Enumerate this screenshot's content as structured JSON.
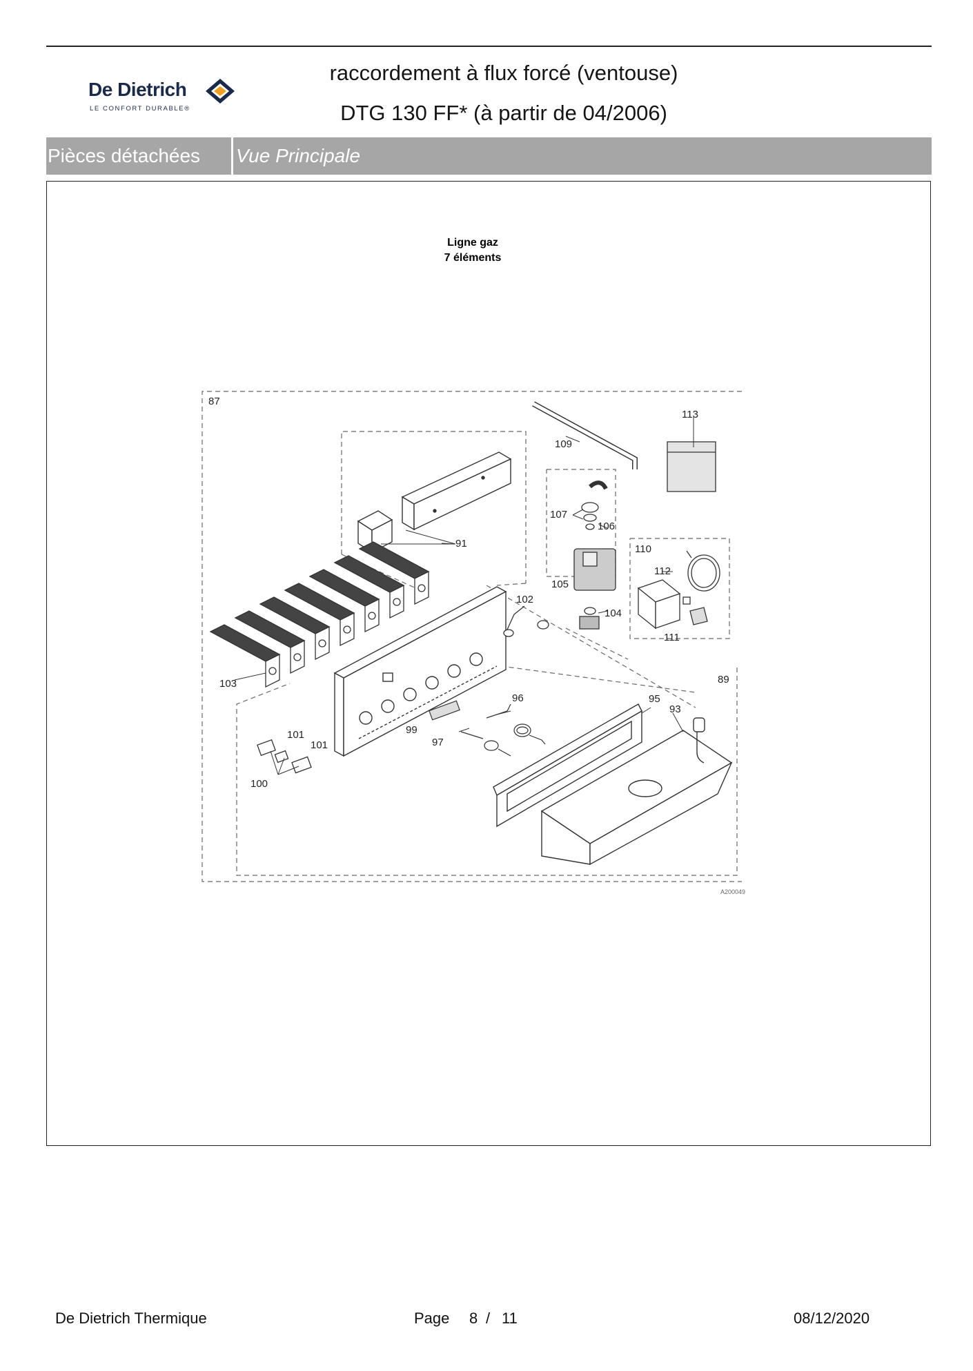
{
  "header": {
    "brand": "De Dietrich",
    "brand_tagline": "LE CONFORT DURABLE®",
    "title_line1": "raccordement à flux forcé (ventouse)",
    "title_line2": "DTG 130 FF* (à partir de 04/2006)"
  },
  "section_bar": {
    "left_label": "Pièces détachées",
    "right_label": "Vue Principale"
  },
  "diagram": {
    "heading_line1": "Ligne gaz",
    "heading_line2": "7 éléments",
    "ref_code": "A200049",
    "callouts": {
      "c87": "87",
      "c89": "89",
      "c91": "91",
      "c93": "93",
      "c95": "95",
      "c96": "96",
      "c97": "97",
      "c99": "99",
      "c100": "100",
      "c101a": "101",
      "c101b": "101",
      "c102": "102",
      "c103": "103",
      "c104": "104",
      "c105": "105",
      "c106": "106",
      "c107": "107",
      "c109": "109",
      "c110": "110",
      "c111": "111",
      "c112": "112",
      "c113": "113"
    }
  },
  "footer": {
    "company": "De Dietrich Thermique",
    "page_label": "Page",
    "page_current": "8",
    "page_sep": "/",
    "page_total": "11",
    "date": "08/12/2020"
  }
}
